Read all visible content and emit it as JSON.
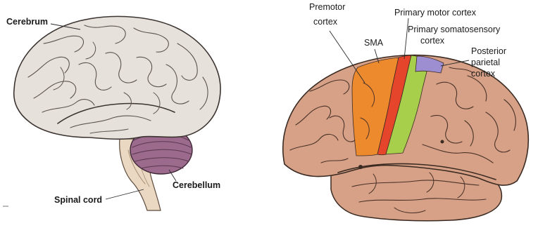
{
  "left_panel": {
    "labels": {
      "cerebrum": "Cerebrum",
      "cerebellum": "Cerebellum",
      "spinal_cord": "Spinal cord"
    },
    "colors": {
      "cerebrum_fill": "#e7e1dc",
      "cerebrum_stroke": "#3c3431",
      "cerebellum_fill": "#9c6a8c",
      "brainstem_fill": "#ead8c2"
    }
  },
  "right_panel": {
    "labels": {
      "premotor_1": "Premotor",
      "premotor_2": "cortex",
      "sma": "SMA",
      "primary_motor": "Primary motor cortex",
      "somatosensory_1": "Primary somatosensory",
      "somatosensory_2": "cortex",
      "posterior_1": "Posterior",
      "posterior_2": "parietal",
      "posterior_3": "cortex"
    },
    "colors": {
      "brain_fill": "#d6a186",
      "brain_stroke": "#3a2a22",
      "premotor": "#ee8a2e",
      "primary_motor": "#e5452a",
      "somatosensory": "#a8cf4b",
      "posterior_parietal": "#9c8ed1"
    }
  }
}
